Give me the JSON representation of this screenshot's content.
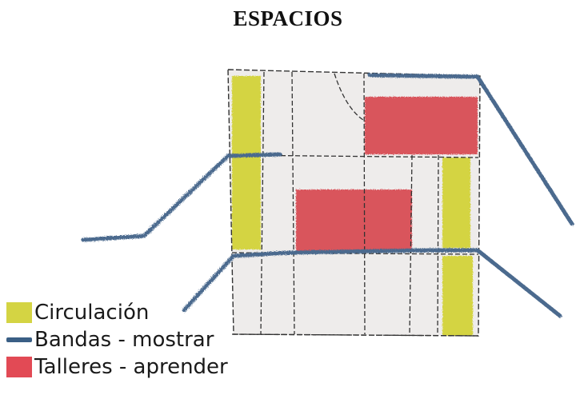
{
  "title": "ESPACIOS",
  "legend": [
    {
      "label": "Circulación",
      "kind": "square",
      "color": "#d4d443"
    },
    {
      "label": "Bandas - mostrar",
      "kind": "band",
      "color": "#3a5f85"
    },
    {
      "label": "Talleres - aprender",
      "kind": "square",
      "color": "#e24a55"
    }
  ],
  "colors": {
    "circulation": "#d4d443",
    "bands": "#4b6a8e",
    "workshops": "#d9545c",
    "grid_lines": "#333333",
    "paper": "#eeeceb"
  }
}
